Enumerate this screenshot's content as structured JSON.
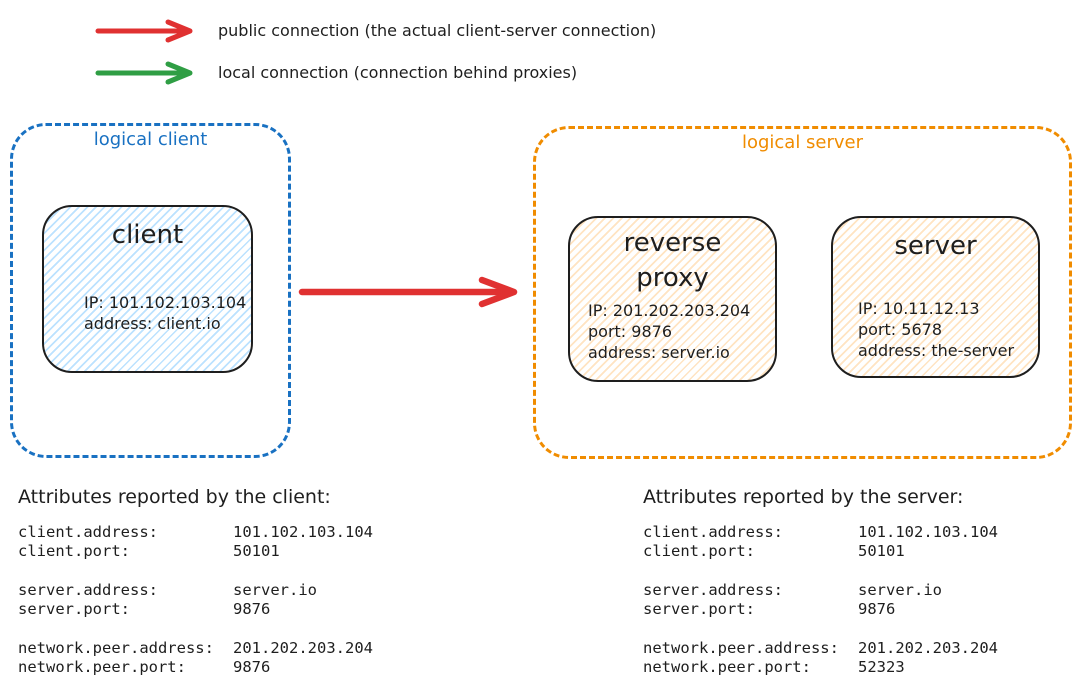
{
  "legend": {
    "items": [
      {
        "name": "public-connection",
        "label": "public connection (the actual client-server connection)",
        "color": "#e03131"
      },
      {
        "name": "local-connection",
        "label": "local connection (connection behind proxies)",
        "color": "#2f9e44"
      }
    ]
  },
  "logical_client": {
    "label": "logical client",
    "color": "#1971c2",
    "client_box": {
      "title": "client",
      "fill": "#a5d8ff",
      "lines": [
        "IP: 101.102.103.104",
        "address: client.io"
      ]
    }
  },
  "logical_server": {
    "label": "logical server",
    "color": "#f08c00",
    "reverse_proxy_box": {
      "title": "reverse proxy",
      "fill": "#ffd8a8",
      "lines": [
        "IP: 201.202.203.204",
        "port: 9876",
        "address: server.io"
      ]
    },
    "server_box": {
      "title": "server",
      "fill": "#ffd8a8",
      "lines": [
        "IP: 10.11.12.13",
        "port: 5678",
        "address: the-server"
      ]
    }
  },
  "main_arrow": {
    "name": "client-to-proxy-arrow",
    "color": "#e03131"
  },
  "client_attributes": {
    "title": "Attributes reported by the client:",
    "groups": [
      [
        {
          "key": "client.address:",
          "value": "101.102.103.104"
        },
        {
          "key": "client.port:",
          "value": "50101"
        }
      ],
      [
        {
          "key": "server.address:",
          "value": "server.io"
        },
        {
          "key": "server.port:",
          "value": "9876"
        }
      ],
      [
        {
          "key": "network.peer.address:",
          "value": "201.202.203.204"
        },
        {
          "key": "network.peer.port:",
          "value": "9876"
        }
      ]
    ]
  },
  "server_attributes": {
    "title": "Attributes reported by the server:",
    "groups": [
      [
        {
          "key": "client.address:",
          "value": "101.102.103.104"
        },
        {
          "key": "client.port:",
          "value": "50101"
        }
      ],
      [
        {
          "key": "server.address:",
          "value": "server.io"
        },
        {
          "key": "server.port:",
          "value": "9876"
        }
      ],
      [
        {
          "key": "network.peer.address:",
          "value": "201.202.203.204"
        },
        {
          "key": "network.peer.port:",
          "value": "52323"
        }
      ]
    ]
  },
  "colors": {
    "red": "#e03131",
    "green": "#2f9e44",
    "blue": "#1971c2",
    "orange": "#f08c00",
    "stroke": "#1e1e1e"
  }
}
